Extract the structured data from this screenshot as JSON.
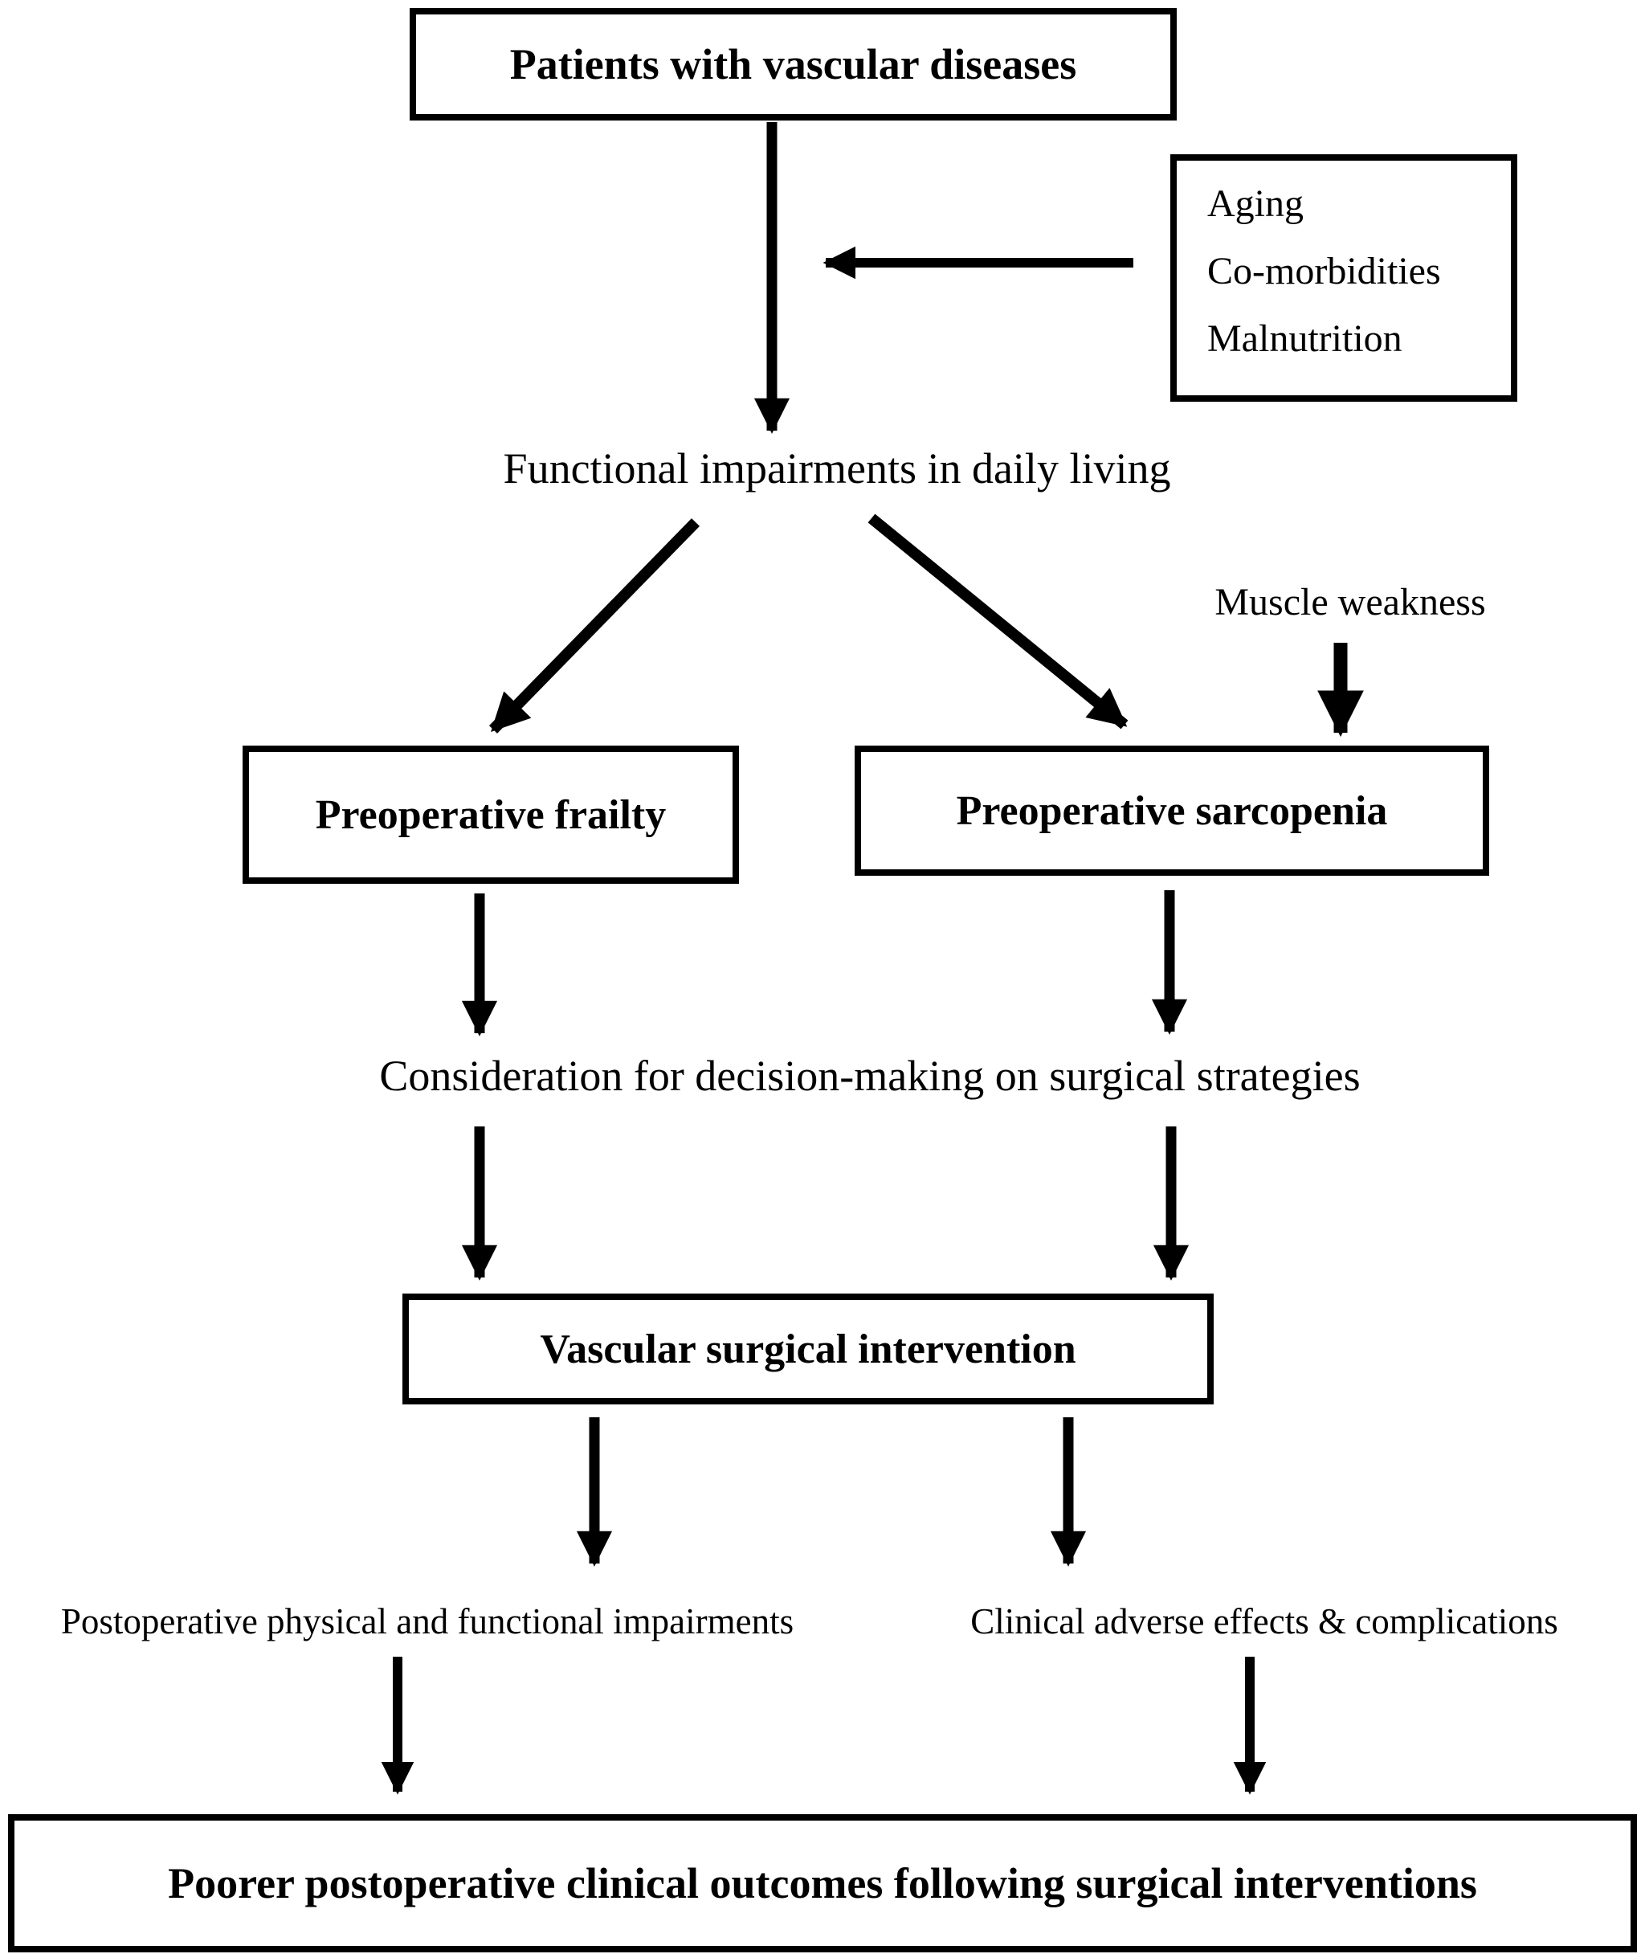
{
  "diagram": {
    "background_color": "#ffffff",
    "line_color": "#000000",
    "text_color": "#000000",
    "nodes": {
      "patients": "Patients with vascular diseases",
      "aging_factors": [
        "Aging",
        "Co-morbidities",
        "Malnutrition"
      ],
      "functional": "Functional impairments in daily living",
      "muscle_weakness": "Muscle weakness",
      "frailty": "Preoperative frailty",
      "sarcopenia": "Preoperative sarcopenia",
      "consideration": "Consideration for decision-making on surgical strategies",
      "intervention": "Vascular surgical intervention",
      "post_impairments": "Postoperative physical and functional impairments",
      "adverse_effects": "Clinical adverse effects & complications",
      "outcomes": "Poorer postoperative clinical outcomes following surgical interventions"
    }
  }
}
